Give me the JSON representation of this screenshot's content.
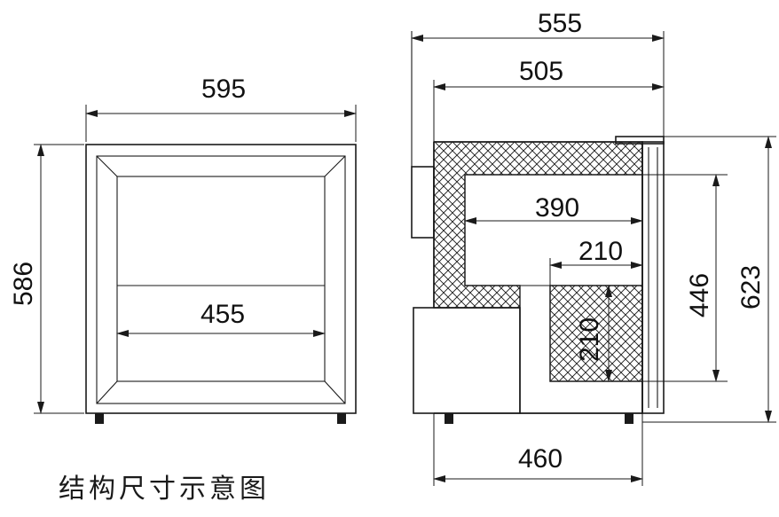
{
  "caption": "结构尺寸示意图",
  "front_view": {
    "width_label": "595",
    "height_label": "586",
    "inner_width_label": "455"
  },
  "side_view": {
    "overall_depth_label": "555",
    "body_depth_label": "505",
    "inner_depth_label": "390",
    "step_depth_label": "210",
    "step_height_label": "210",
    "inner_height_label": "446",
    "overall_height_label": "623",
    "base_depth_label": "460"
  },
  "colors": {
    "line": "#1a1a1a",
    "background": "#ffffff"
  }
}
